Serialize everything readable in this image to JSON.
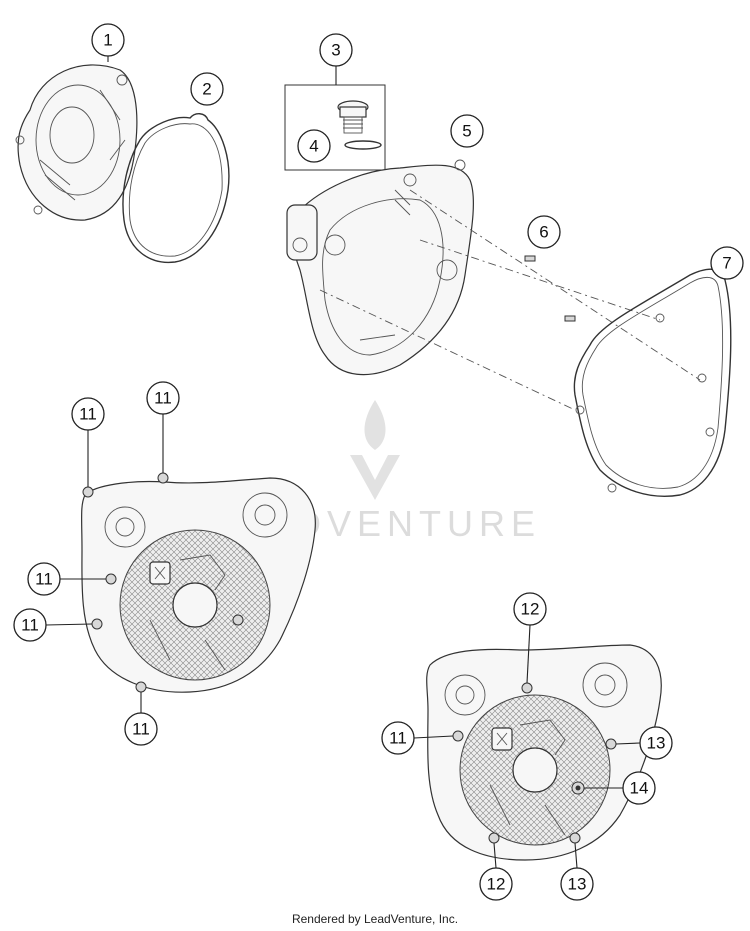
{
  "callouts": {
    "c1": "1",
    "c2": "2",
    "c3": "3",
    "c4": "4",
    "c5": "5",
    "c6": "6",
    "c7": "7",
    "c11a": "11",
    "c11b": "11",
    "c11c": "11",
    "c11d": "11",
    "c11e": "11",
    "c11f": "11",
    "c12a": "12",
    "c12b": "12",
    "c13a": "13",
    "c13b": "13",
    "c14": "14"
  },
  "watermark": {
    "text": "LEADVENTURE"
  },
  "footer": {
    "text": "Rendered by LeadVenture, Inc."
  }
}
